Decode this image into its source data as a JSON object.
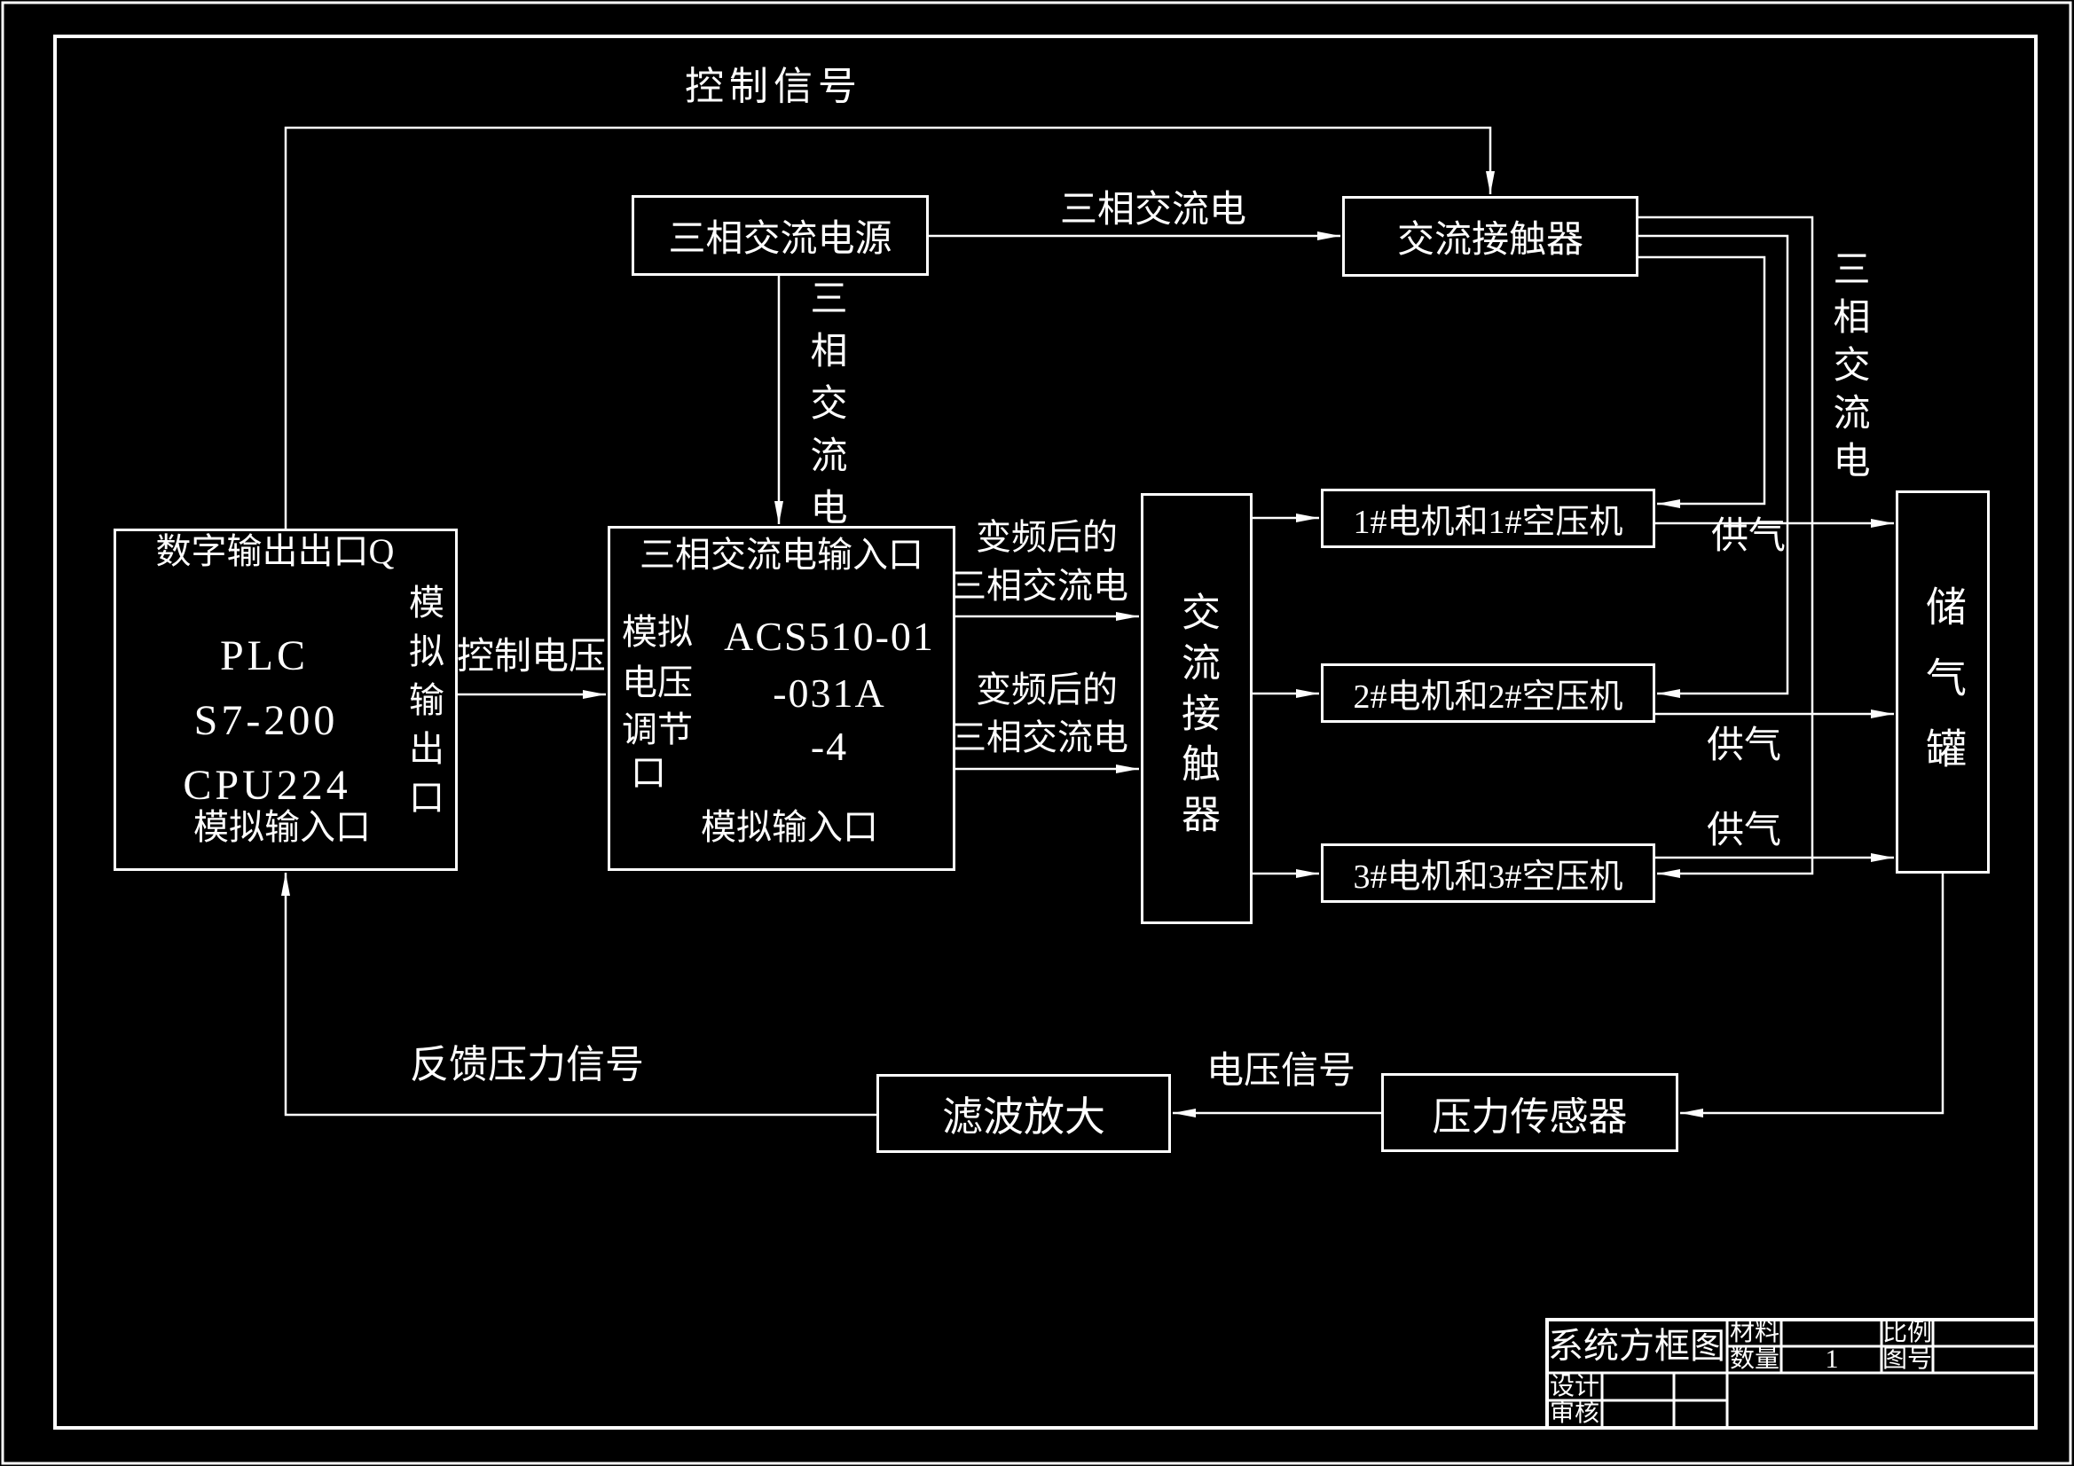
{
  "colors": {
    "background": "#000000",
    "line": "#ffffff"
  },
  "labels": {
    "control_signal": "控制信号",
    "three_phase_ac": "三相交流电",
    "control_voltage": "控制电压",
    "after_vfd": "变频后的",
    "supply_air": "供气",
    "feedback_pressure_signal": "反馈压力信号",
    "voltage_signal": "电压信号"
  },
  "boxes": {
    "power_source": {
      "label": "三相交流电源"
    },
    "ac_contactor_top": {
      "label": "交流接触器"
    },
    "plc": {
      "top_port": "数字输出出口Q",
      "name": "PLC",
      "model": "S7-200",
      "cpu": "CPU224",
      "analog_output_port": "模拟输出口",
      "analog_input_port": "模拟输入口"
    },
    "inverter": {
      "top_port": "三相交流电输入口",
      "left_port_rows": [
        "模拟",
        "电压",
        "调节",
        "口"
      ],
      "model_line1": "ACS510-01",
      "model_line2": "-031A",
      "model_line3": "-4",
      "bottom_port": "模拟输入口"
    },
    "ac_contactor_main": {
      "label": "交流接触器"
    },
    "motor1": {
      "label": "1#电机和1#空压机"
    },
    "motor2": {
      "label": "2#电机和2#空压机"
    },
    "motor3": {
      "label": "3#电机和3#空压机"
    },
    "air_tank": {
      "label": "储气罐"
    },
    "filter_amplifier": {
      "label": "滤波放大"
    },
    "pressure_sensor": {
      "label": "压力传感器"
    }
  },
  "title_block": {
    "drawing_title": "系统方框图",
    "material_label": "材料",
    "quantity_label": "数量",
    "quantity_value": "1",
    "scale_label": "比例",
    "drawing_no_label": "图号",
    "designer_label": "设计",
    "checker_label": "审核"
  }
}
